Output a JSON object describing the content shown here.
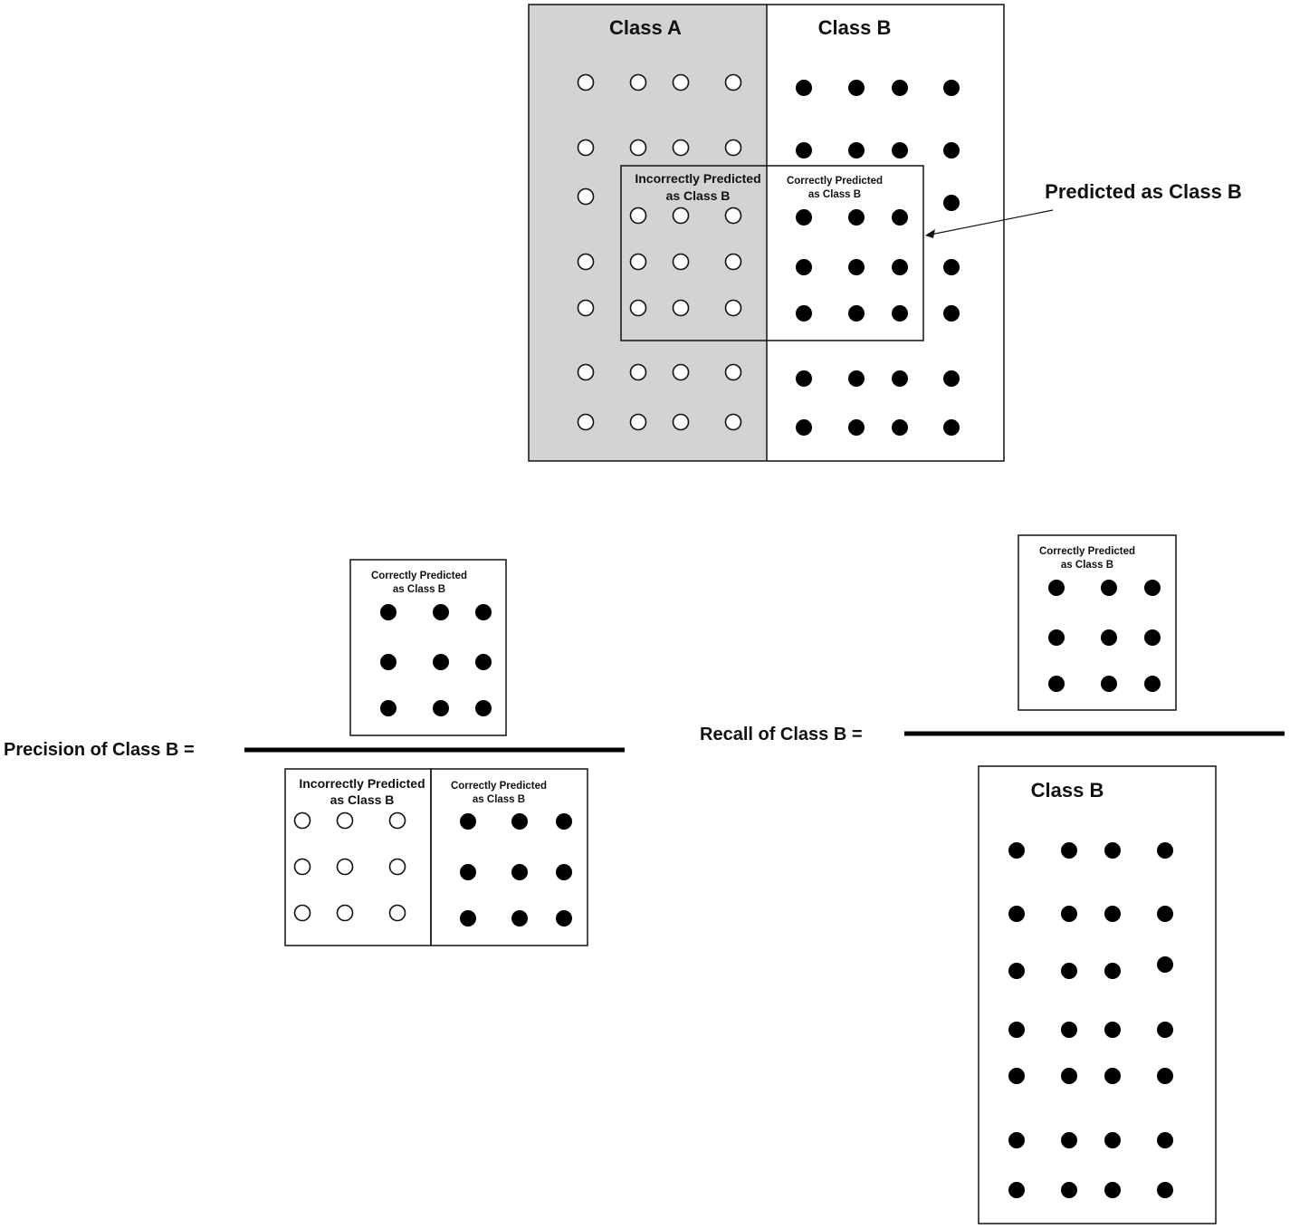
{
  "top_diagram": {
    "class_a_label": "Class A",
    "class_b_label": "Class B",
    "incorrect_label_line1": "Incorrectly Predicted",
    "incorrect_label_line2": "as Class B",
    "correct_label_line1": "Correctly Predicted",
    "correct_label_line2": "as Class B",
    "predicted_callout": "Predicted as Class B"
  },
  "precision": {
    "label": "Precision of Class B =",
    "numerator_label_line1": "Correctly Predicted",
    "numerator_label_line2": "as Class B",
    "denominator_incorrect_line1": "Incorrectly Predicted",
    "denominator_incorrect_line2": "as Class B",
    "denominator_correct_line1": "Correctly Predicted",
    "denominator_correct_line2": "as Class B"
  },
  "recall": {
    "label": "Recall of Class B =",
    "numerator_label_line1": "Correctly Predicted",
    "numerator_label_line2": "as Class B",
    "denominator_label": "Class B"
  },
  "colors": {
    "class_a_fill": "#d3d3d3",
    "ink": "#000000",
    "background": "#ffffff"
  }
}
